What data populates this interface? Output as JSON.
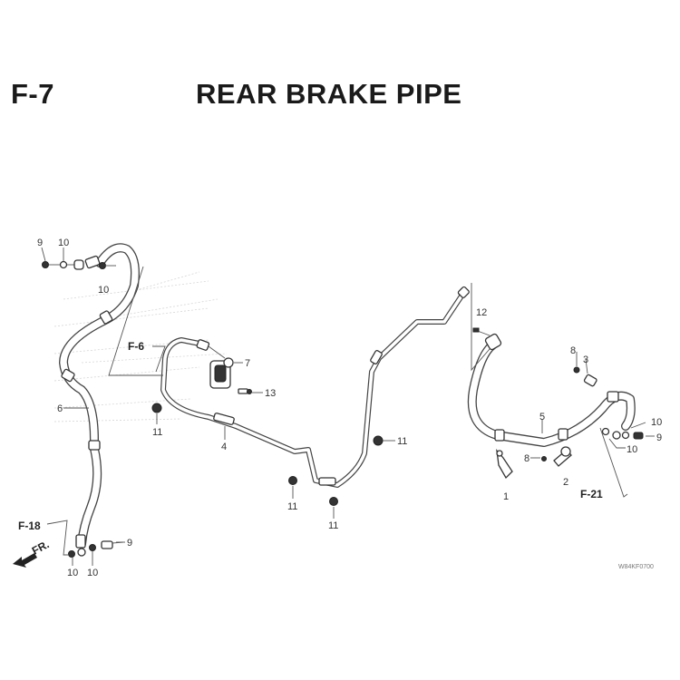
{
  "header": {
    "section_code": "F-7",
    "title": "REAR BRAKE PIPE"
  },
  "diagram": {
    "callouts": {
      "n9_top": "9",
      "n10_top": "10",
      "n10_mid": "10",
      "n6": "6",
      "n10_bl1": "10",
      "n10_bl2": "10",
      "n9_bl": "9",
      "n7": "7",
      "n13": "13",
      "n11_a": "11",
      "n4": "4",
      "n11_b": "11",
      "n11_c": "11",
      "n11_d": "11",
      "n12": "12",
      "n8_top": "8",
      "n3": "3",
      "n5": "5",
      "n10_r1": "10",
      "n9_r": "9",
      "n10_r2": "10",
      "n8_bot": "8",
      "n2": "2",
      "n1": "1"
    },
    "references": {
      "f6": "F-6",
      "f18": "F-18",
      "f21": "F-21"
    },
    "direction_label": "FR.",
    "drawing_code": "W84KF0700"
  }
}
